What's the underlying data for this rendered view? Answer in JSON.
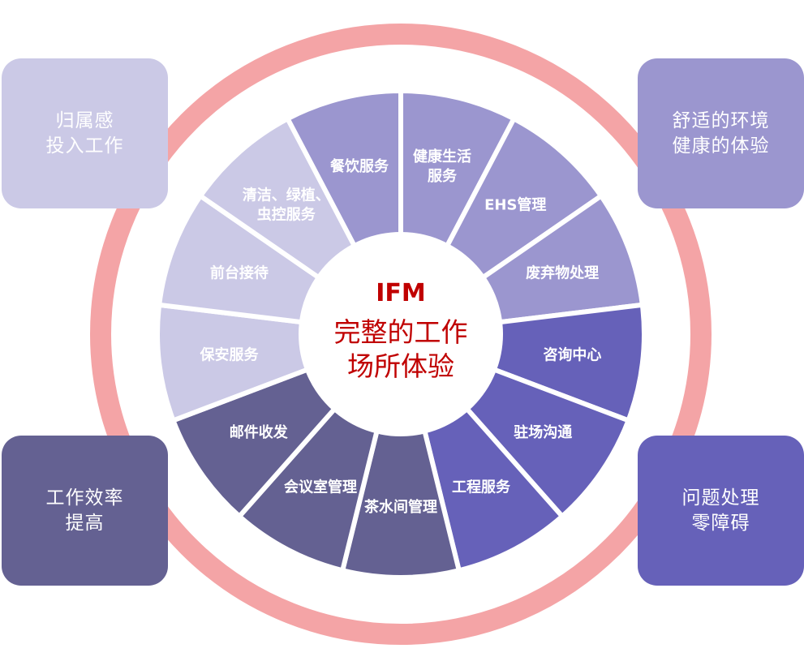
{
  "center": {
    "title": "IFM",
    "line1": "完整的工作",
    "line2": "场所体验"
  },
  "segments": [
    {
      "lines": [
        "健康生活",
        "服务"
      ],
      "color": "#9b96cf"
    },
    {
      "lines": [
        "EHS管理"
      ],
      "color": "#9b96cf"
    },
    {
      "lines": [
        "废弃物处理"
      ],
      "color": "#9b96cf"
    },
    {
      "lines": [
        "咨询中心"
      ],
      "color": "#6661b9"
    },
    {
      "lines": [
        "驻场沟通"
      ],
      "color": "#6661b9"
    },
    {
      "lines": [
        "工程服务"
      ],
      "color": "#6661b9"
    },
    {
      "lines": [
        "茶水间管理"
      ],
      "color": "#646192"
    },
    {
      "lines": [
        "会议室管理"
      ],
      "color": "#646192"
    },
    {
      "lines": [
        "邮件收发"
      ],
      "color": "#646192"
    },
    {
      "lines": [
        "保安服务"
      ],
      "color": "#cbc9e6"
    },
    {
      "lines": [
        "前台接待"
      ],
      "color": "#cbc9e6"
    },
    {
      "lines": [
        "清洁、绿植、",
        "虫控服务"
      ],
      "color": "#cbc9e6"
    },
    {
      "lines": [
        "餐饮服务"
      ],
      "color": "#9b96cf"
    }
  ],
  "corners": {
    "top_left": [
      "归属感",
      "投入工作"
    ],
    "top_right": [
      "舒适的环境",
      "健康的体验"
    ],
    "bottom_left": [
      "工作效率",
      "提高"
    ],
    "bottom_right": [
      "问题处理",
      "零障碍"
    ]
  },
  "colors": {
    "ring": "#f4a4a6",
    "center_text": "#c00000",
    "segment_text": "#ffffff"
  }
}
